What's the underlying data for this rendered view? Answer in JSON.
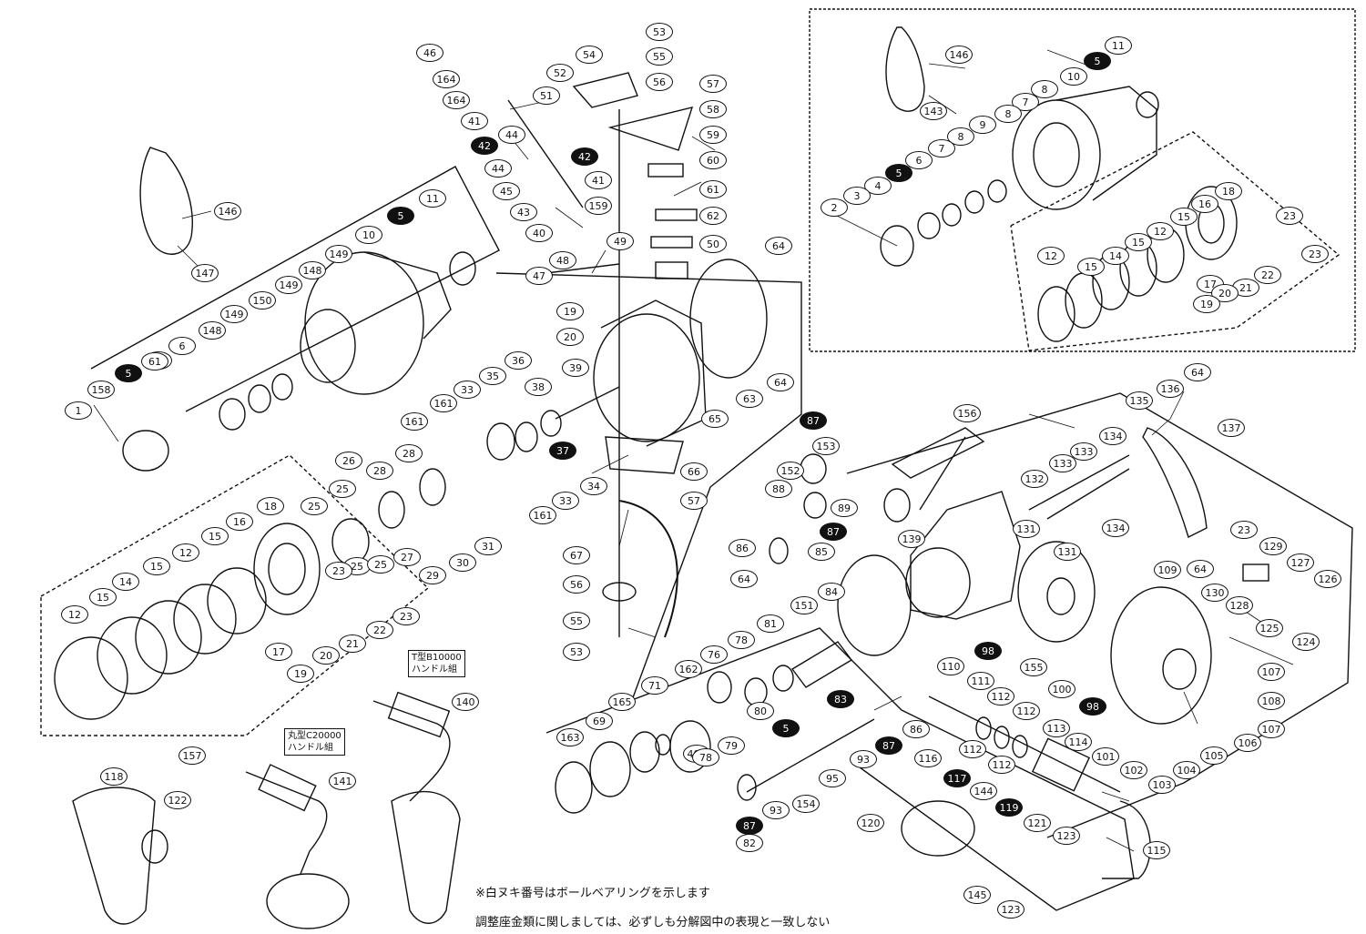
{
  "callouts": [
    {
      "t": "53"
    },
    {
      "t": "54"
    },
    {
      "t": "55"
    },
    {
      "t": "56"
    },
    {
      "t": "57"
    },
    {
      "t": "52"
    },
    {
      "t": "51"
    },
    {
      "t": "58"
    },
    {
      "t": "59"
    },
    {
      "t": "60"
    },
    {
      "t": "61"
    },
    {
      "t": "62"
    },
    {
      "t": "50"
    },
    {
      "t": "64"
    },
    {
      "t": "46"
    },
    {
      "t": "164"
    },
    {
      "t": "164"
    },
    {
      "t": "41"
    },
    {
      "t": "42",
      "f": true
    },
    {
      "t": "44"
    },
    {
      "t": "44"
    },
    {
      "t": "42",
      "f": true
    },
    {
      "t": "45"
    },
    {
      "t": "41"
    },
    {
      "t": "43"
    },
    {
      "t": "159"
    },
    {
      "t": "40"
    },
    {
      "t": "48"
    },
    {
      "t": "49"
    },
    {
      "t": "47"
    },
    {
      "t": "146"
    },
    {
      "t": "11"
    },
    {
      "t": "5",
      "f": true
    },
    {
      "t": "10"
    },
    {
      "t": "149"
    },
    {
      "t": "148"
    },
    {
      "t": "149"
    },
    {
      "t": "150"
    },
    {
      "t": "149"
    },
    {
      "t": "148"
    },
    {
      "t": "6"
    },
    {
      "t": "148"
    },
    {
      "t": "147"
    },
    {
      "t": "5",
      "f": true
    },
    {
      "t": "61"
    },
    {
      "t": "158"
    },
    {
      "t": "1"
    },
    {
      "t": "19"
    },
    {
      "t": "20"
    },
    {
      "t": "39"
    },
    {
      "t": "36"
    },
    {
      "t": "35"
    },
    {
      "t": "38"
    },
    {
      "t": "33"
    },
    {
      "t": "161"
    },
    {
      "t": "161"
    },
    {
      "t": "37",
      "f": true
    },
    {
      "t": "34"
    },
    {
      "t": "33"
    },
    {
      "t": "161"
    },
    {
      "t": "28"
    },
    {
      "t": "28"
    },
    {
      "t": "26"
    },
    {
      "t": "25"
    },
    {
      "t": "25"
    },
    {
      "t": "25"
    },
    {
      "t": "25"
    },
    {
      "t": "27"
    },
    {
      "t": "29"
    },
    {
      "t": "30"
    },
    {
      "t": "31"
    },
    {
      "t": "18"
    },
    {
      "t": "16"
    },
    {
      "t": "15"
    },
    {
      "t": "12"
    },
    {
      "t": "15"
    },
    {
      "t": "14"
    },
    {
      "t": "15"
    },
    {
      "t": "12"
    },
    {
      "t": "17"
    },
    {
      "t": "23"
    },
    {
      "t": "23"
    },
    {
      "t": "22"
    },
    {
      "t": "21"
    },
    {
      "t": "20"
    },
    {
      "t": "19"
    },
    {
      "t": "63"
    },
    {
      "t": "64"
    },
    {
      "t": "65"
    },
    {
      "t": "66"
    },
    {
      "t": "57"
    },
    {
      "t": "67"
    },
    {
      "t": "56"
    },
    {
      "t": "55"
    },
    {
      "t": "53"
    },
    {
      "t": "146"
    },
    {
      "t": "143"
    },
    {
      "t": "11"
    },
    {
      "t": "5",
      "f": true
    },
    {
      "t": "10"
    },
    {
      "t": "8"
    },
    {
      "t": "7"
    },
    {
      "t": "8"
    },
    {
      "t": "9"
    },
    {
      "t": "8"
    },
    {
      "t": "7"
    },
    {
      "t": "6"
    },
    {
      "t": "5",
      "f": true
    },
    {
      "t": "4"
    },
    {
      "t": "3"
    },
    {
      "t": "2"
    },
    {
      "t": "18"
    },
    {
      "t": "16"
    },
    {
      "t": "15"
    },
    {
      "t": "12"
    },
    {
      "t": "15"
    },
    {
      "t": "14"
    },
    {
      "t": "15"
    },
    {
      "t": "12"
    },
    {
      "t": "17"
    },
    {
      "t": "23"
    },
    {
      "t": "23"
    },
    {
      "t": "22"
    },
    {
      "t": "21"
    },
    {
      "t": "20"
    },
    {
      "t": "19"
    },
    {
      "t": "156"
    },
    {
      "t": "87",
      "f": true
    },
    {
      "t": "153"
    },
    {
      "t": "152"
    },
    {
      "t": "88"
    },
    {
      "t": "89"
    },
    {
      "t": "87",
      "f": true
    },
    {
      "t": "86"
    },
    {
      "t": "85"
    },
    {
      "t": "64"
    },
    {
      "t": "135"
    },
    {
      "t": "136"
    },
    {
      "t": "64"
    },
    {
      "t": "137"
    },
    {
      "t": "134"
    },
    {
      "t": "133"
    },
    {
      "t": "133"
    },
    {
      "t": "132"
    },
    {
      "t": "131"
    },
    {
      "t": "131"
    },
    {
      "t": "134"
    },
    {
      "t": "139"
    },
    {
      "t": "64"
    },
    {
      "t": "23"
    },
    {
      "t": "129"
    },
    {
      "t": "127"
    },
    {
      "t": "126"
    },
    {
      "t": "130"
    },
    {
      "t": "128"
    },
    {
      "t": "125"
    },
    {
      "t": "124"
    },
    {
      "t": "109"
    },
    {
      "t": "107"
    },
    {
      "t": "108"
    },
    {
      "t": "107"
    },
    {
      "t": "106"
    },
    {
      "t": "105"
    },
    {
      "t": "104"
    },
    {
      "t": "103"
    },
    {
      "t": "102"
    },
    {
      "t": "101"
    },
    {
      "t": "100"
    },
    {
      "t": "98",
      "f": true
    },
    {
      "t": "98",
      "f": true
    },
    {
      "t": "155"
    },
    {
      "t": "84"
    },
    {
      "t": "151"
    },
    {
      "t": "81"
    },
    {
      "t": "78"
    },
    {
      "t": "76"
    },
    {
      "t": "162"
    },
    {
      "t": "71"
    },
    {
      "t": "165"
    },
    {
      "t": "69"
    },
    {
      "t": "163"
    },
    {
      "t": "403"
    },
    {
      "t": "78"
    },
    {
      "t": "79"
    },
    {
      "t": "80"
    },
    {
      "t": "5",
      "f": true
    },
    {
      "t": "83",
      "f": true
    },
    {
      "t": "86"
    },
    {
      "t": "87",
      "f": true
    },
    {
      "t": "93"
    },
    {
      "t": "95"
    },
    {
      "t": "154"
    },
    {
      "t": "93"
    },
    {
      "t": "87",
      "f": true
    },
    {
      "t": "82"
    },
    {
      "t": "110"
    },
    {
      "t": "111"
    },
    {
      "t": "112"
    },
    {
      "t": "112"
    },
    {
      "t": "113"
    },
    {
      "t": "114"
    },
    {
      "t": "112"
    },
    {
      "t": "112"
    },
    {
      "t": "116"
    },
    {
      "t": "117",
      "f": true
    },
    {
      "t": "144"
    },
    {
      "t": "120"
    },
    {
      "t": "119",
      "f": true
    },
    {
      "t": "121"
    },
    {
      "t": "123"
    },
    {
      "t": "145"
    },
    {
      "t": "123"
    },
    {
      "t": "115"
    },
    {
      "t": "140"
    },
    {
      "t": "141"
    },
    {
      "t": "157"
    },
    {
      "t": "118"
    },
    {
      "t": "122"
    }
  ],
  "box_labels": [
    {
      "lines": [
        "T型B10000",
        "ハンドル組"
      ]
    },
    {
      "lines": [
        "丸型C20000",
        "ハンドル組"
      ]
    }
  ],
  "notes": [
    "※白ヌキ番号はボールベアリングを示します",
    "調整座金類に関しましては、必ずしも分解図中の表現と一致しない"
  ]
}
